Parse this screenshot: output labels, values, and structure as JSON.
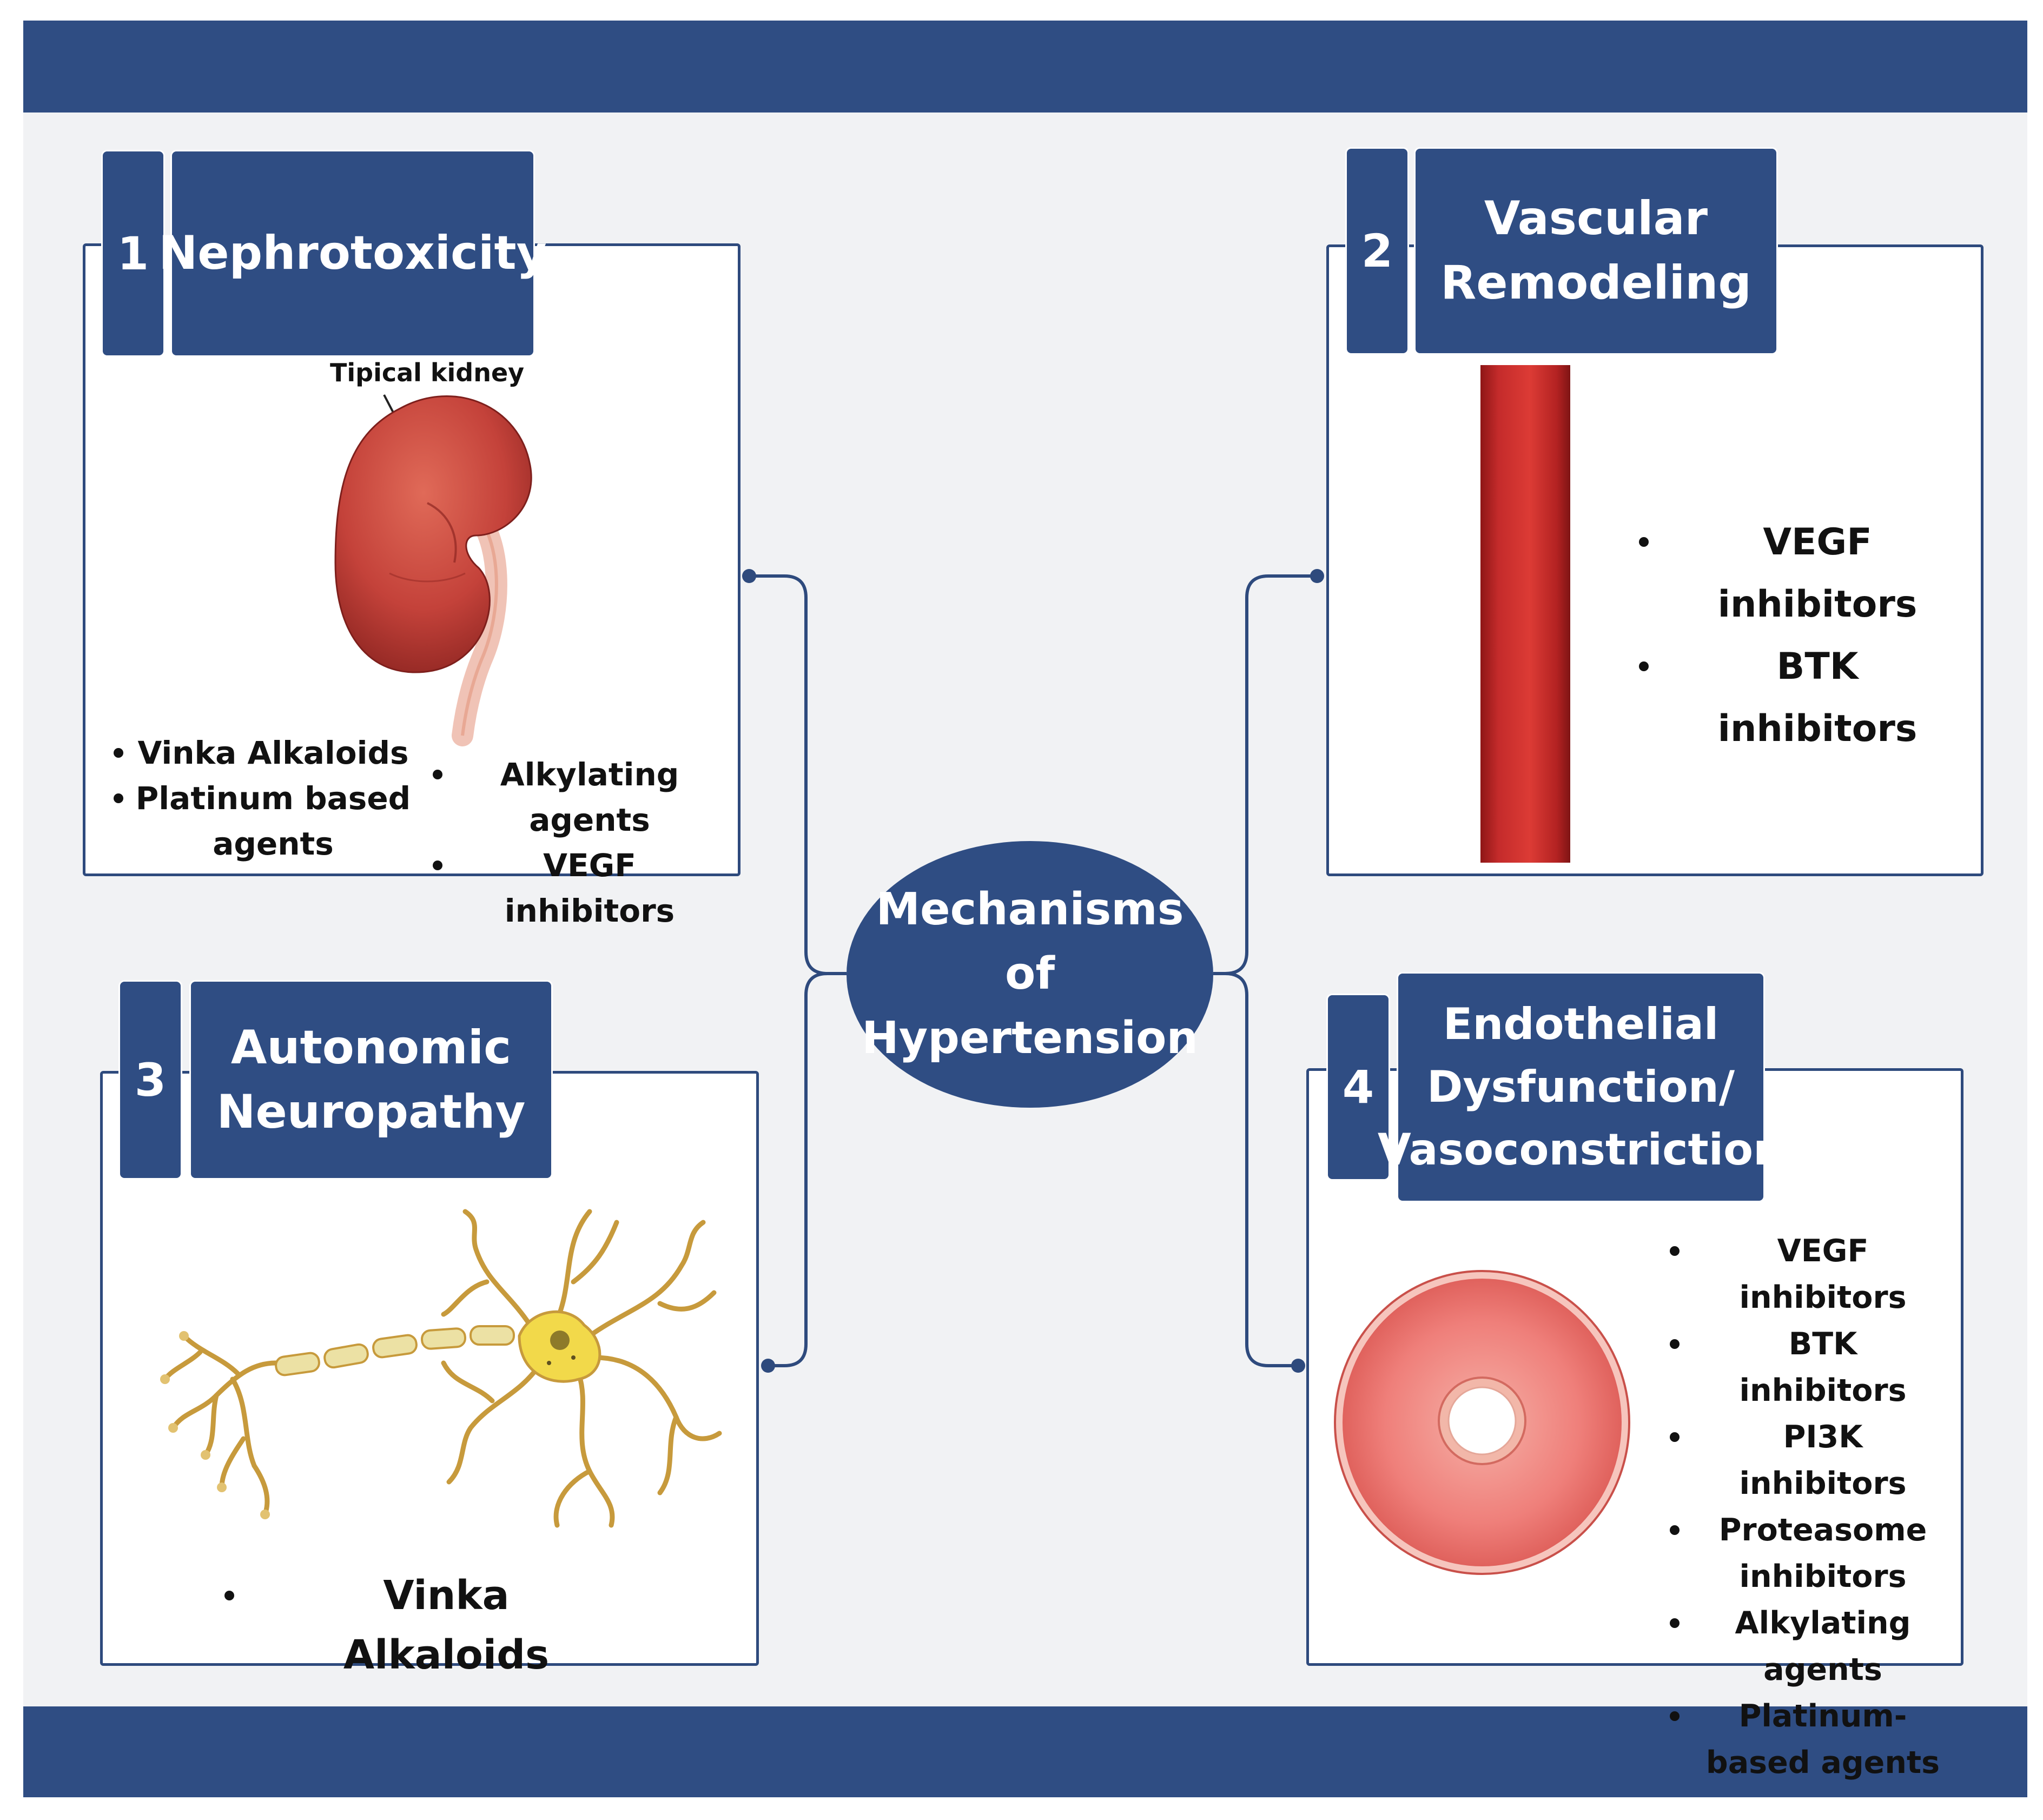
{
  "center": {
    "title": "Mechanisms of\nHypertension"
  },
  "panels": [
    {
      "number": "1",
      "title": "Nephrotoxicity",
      "illustration_label": "Tipical kidney",
      "bullets_left": [
        "Vinka Alkaloids",
        "Platinum based agents"
      ],
      "bullets_right": [
        "Alkylating agents",
        "VEGF inhibitors"
      ]
    },
    {
      "number": "2",
      "title": "Vascular\nRemodeling",
      "bullets": [
        "VEGF inhibitors",
        "BTK inhibitors"
      ]
    },
    {
      "number": "3",
      "title": "Autonomic\nNeuropathy",
      "bullets": [
        "Vinka Alkaloids"
      ]
    },
    {
      "number": "4",
      "title": "Endothelial\nDysfunction/\nVasoconstriction",
      "bullets": [
        "VEGF inhibitors",
        "BTK inhibitors",
        "PI3K inhibitors",
        "Proteasome inhibitors",
        "Alkylating agents",
        "Platinum-based agents"
      ]
    }
  ],
  "colors": {
    "navy": "#2f4d83",
    "vessel_red": "#c42b2b",
    "kidney_red": "#c4423a",
    "neuron_yellow": "#f2d94a",
    "endothelium_pink": "#ef7f7a"
  }
}
